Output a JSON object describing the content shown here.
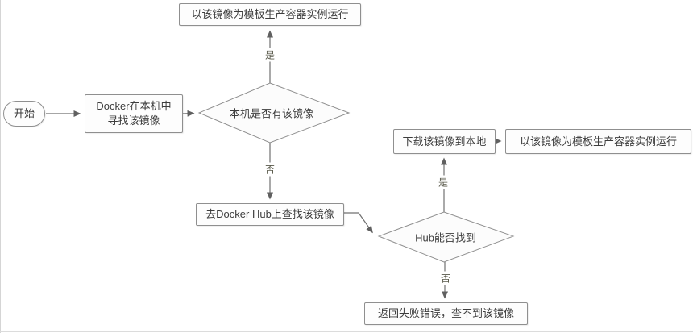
{
  "flowchart": {
    "nodes": {
      "start": {
        "label": "开始"
      },
      "find_local": {
        "line1": "Docker在本机中",
        "line2": "寻找该镜像"
      },
      "run_top": {
        "label": "以该镜像为模板生产容器实例运行"
      },
      "local_decision": {
        "label": "本机是否有该镜像"
      },
      "hub_search": {
        "label": "去Docker Hub上查找该镜像"
      },
      "hub_decision": {
        "label": "Hub能否找到"
      },
      "download": {
        "label": "下载该镜像到本地"
      },
      "run_right": {
        "label": "以该镜像为模板生产容器实例运行"
      },
      "fail": {
        "label": "返回失败错误，查不到该镜像"
      }
    },
    "edge_labels": {
      "local_yes": "是",
      "local_no": "否",
      "hub_yes": "是",
      "hub_no": "否"
    },
    "colors": {
      "node_border": "#8f8f8f",
      "node_fill": "#fdfdfd",
      "diamond_fill": "#fcfcfc",
      "connector": "#707070",
      "arrowhead": "#606060",
      "node_text": "#3d3d3d",
      "edge_label_text": "#59594a",
      "page_border": "#d5d5d5"
    }
  }
}
